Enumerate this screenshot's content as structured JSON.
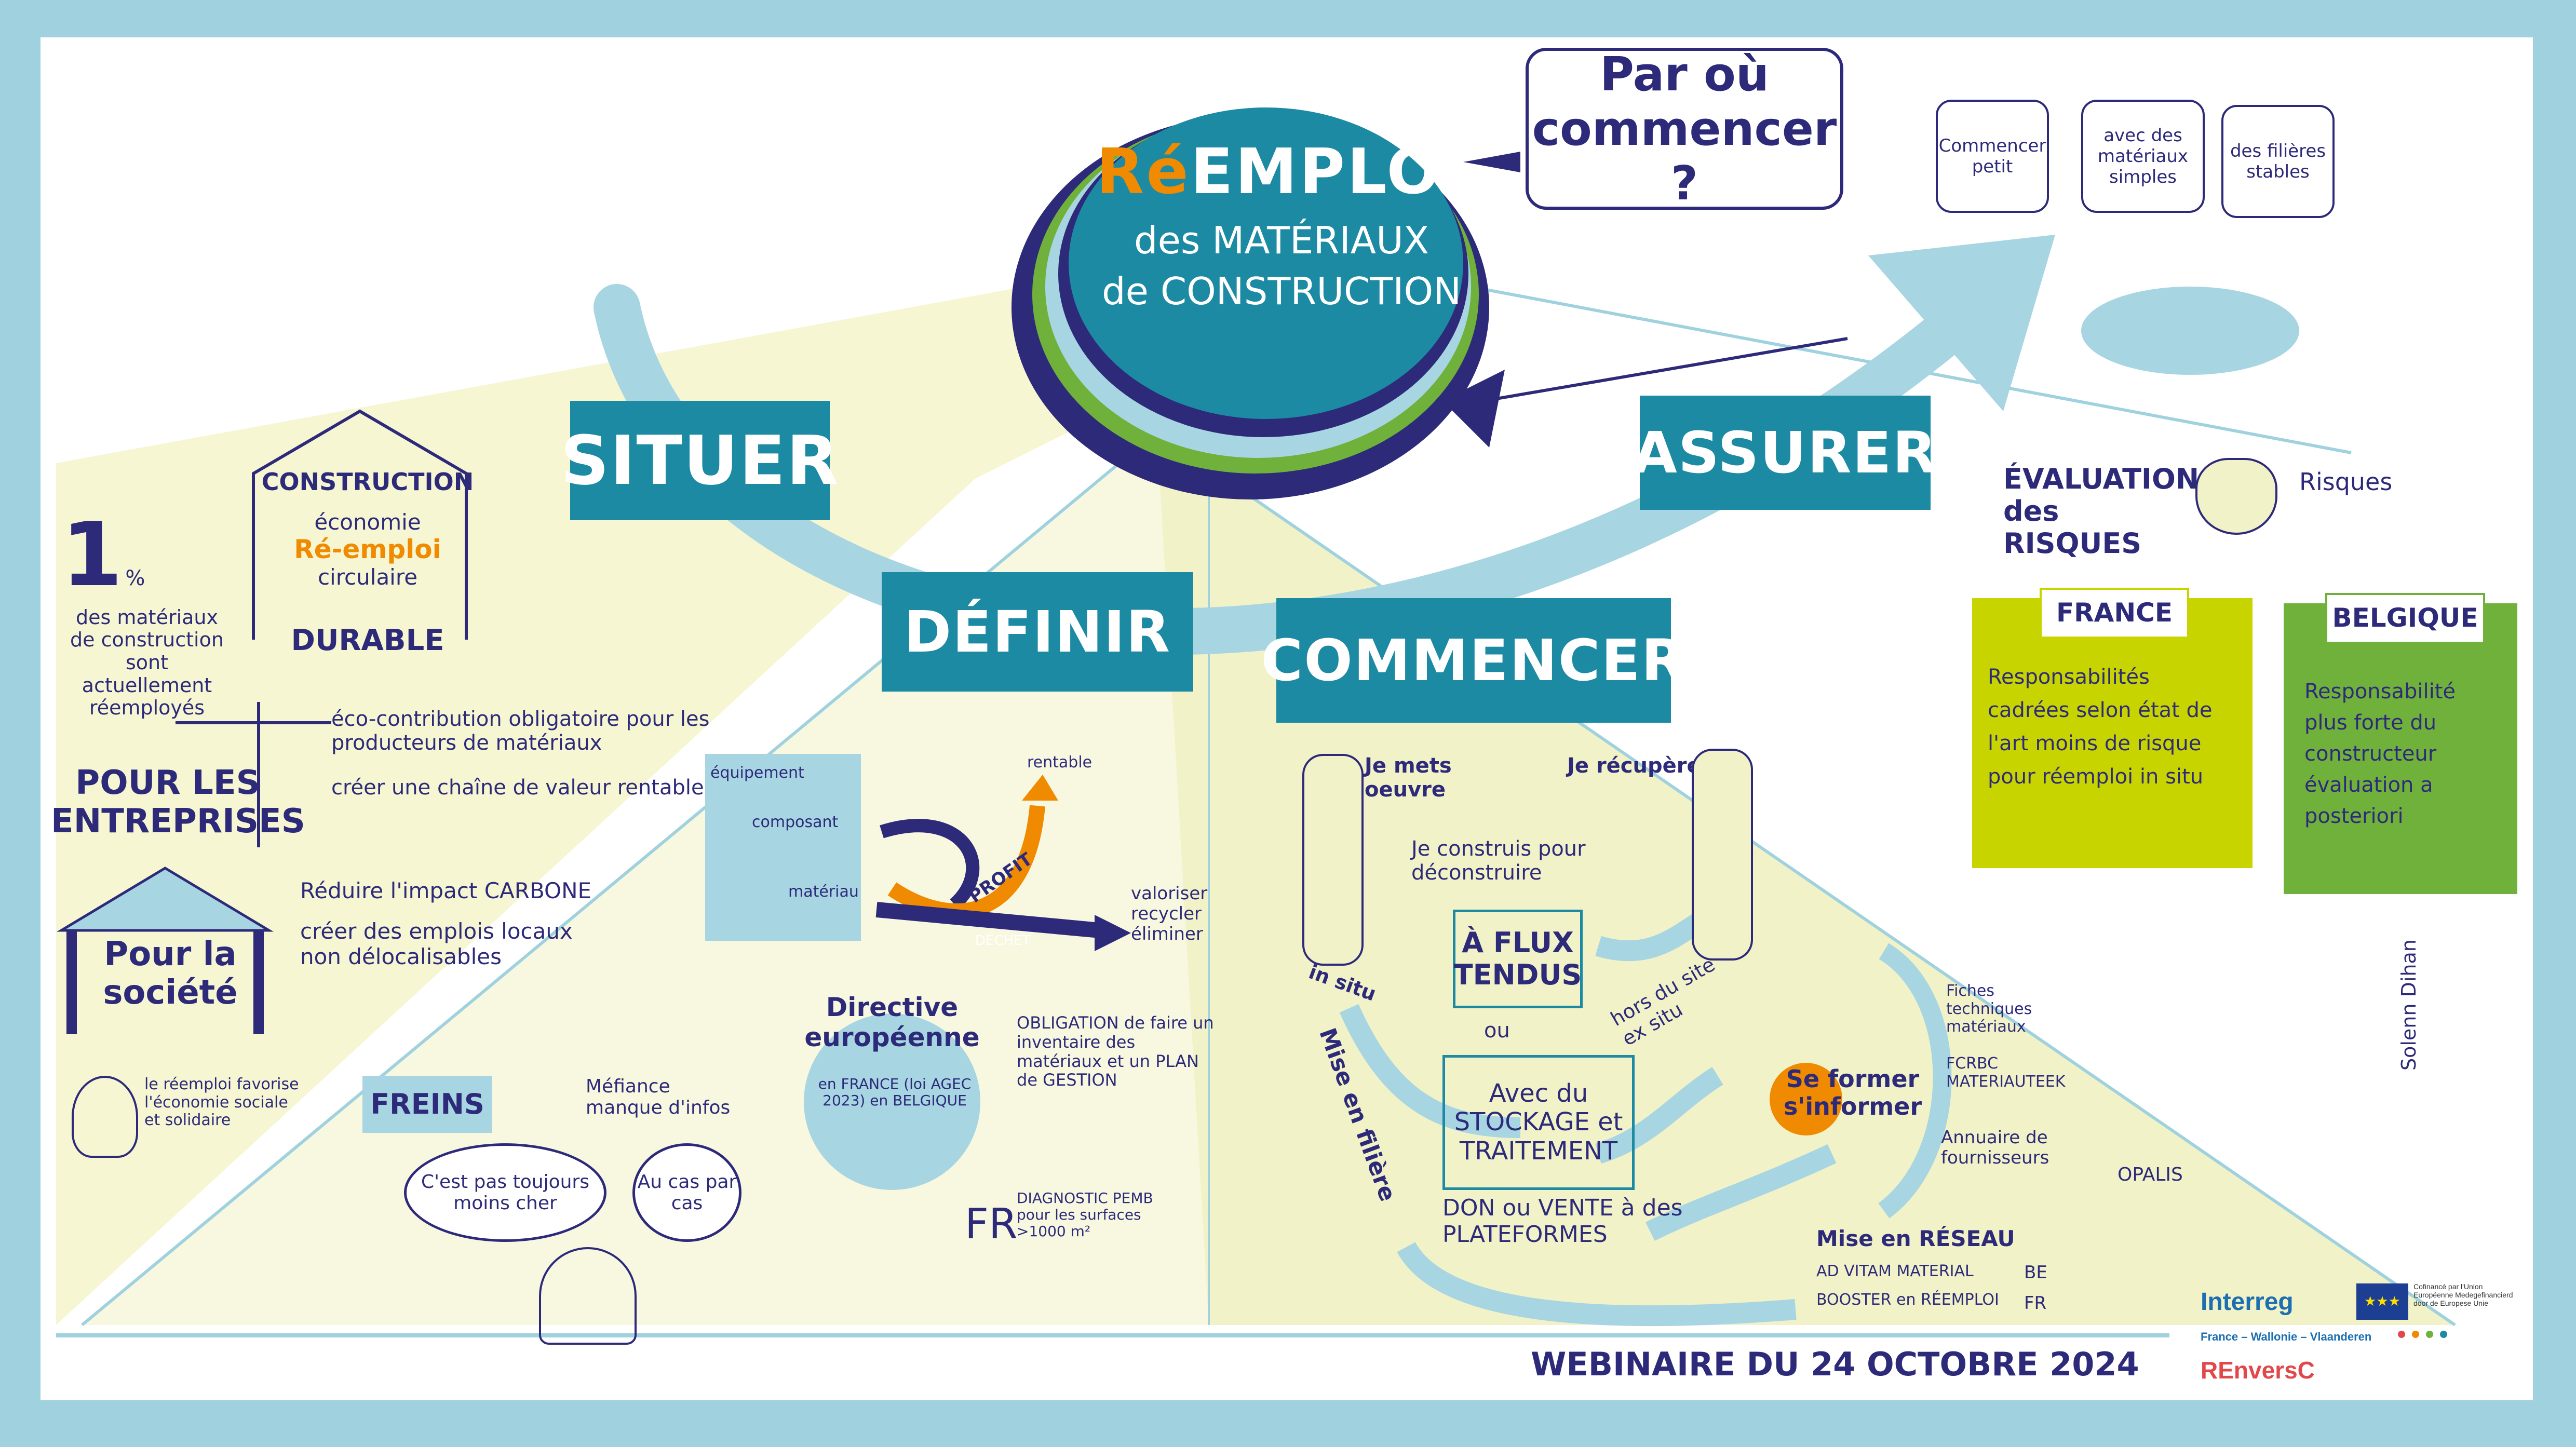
{
  "center": {
    "title_accent": "Ré",
    "title_rest": "EMPLOI",
    "line2": "des MATÉRIAUX",
    "line3": "de CONSTRUCTION"
  },
  "question": "Par où commencer ?",
  "bubbles_top_right": [
    "Commencer petit",
    "avec des matériaux simples",
    "des filières stables"
  ],
  "sections": {
    "situer": "SITUER",
    "definir": "DÉFINIR",
    "commencer": "COMMENCER",
    "assurer": "ASSURER"
  },
  "situer": {
    "stat_number": "1",
    "stat_unit": "%",
    "stat_text": "des matériaux de construction sont actuellement réemployés",
    "house_title": "CONSTRUCTION",
    "house_words": [
      "économie",
      "Ré-emploi",
      "circulaire"
    ],
    "house_bottom": "DURABLE",
    "pour_entreprises": "POUR LES ENTREPRISES",
    "entreprises_points": [
      "éco-contribution obligatoire pour les producteurs de matériaux",
      "créer une chaîne de valeur rentable"
    ],
    "pour_societe": "Pour la société",
    "societe_points": [
      "Réduire l'impact CARBONE",
      "créer des emplois locaux non délocalisables"
    ],
    "idea_text": "le réemploi favorise l'économie sociale et solidaire",
    "freins_title": "FREINS",
    "freins_text": "Méfiance manque d'infos",
    "freins_bubbles": [
      "C'est pas toujours moins cher",
      "Au cas par cas"
    ]
  },
  "definir": {
    "building_labels": [
      "équipement",
      "composant",
      "matériau"
    ],
    "arrow_labels": [
      "rentable",
      "PROFIT",
      "DÉCHET"
    ],
    "outcome": "valoriser recycler éliminer",
    "directive": "Directive européenne",
    "directive_sub": "en FRANCE (loi AGEC 2023) en BELGIQUE",
    "obligation": "OBLIGATION de faire un inventaire des matériaux et un PLAN de GESTION",
    "fr_label": "FR",
    "fr_text": "DIAGNOSTIC PEMB pour les surfaces >1000 m²"
  },
  "commencer": {
    "mets_oeuvre": "Je mets oeuvre",
    "recupere": "Je récupère",
    "construis": "Je construis pour déconstruire",
    "flux": "À FLUX TENDUS",
    "ou": "ou",
    "stockage": "Avec du STOCKAGE et TRAITEMENT",
    "in_situ": "in situ",
    "hors_site": "hors du site ex situ",
    "filiere": "Mise en filière",
    "don": "DON ou VENTE à des PLATEFORMES",
    "se_former": "Se former s'informer",
    "fiches": "Fiches techniques matériaux",
    "fcrbc": "FCRBC MATERIAUTEEK",
    "annuaire": "Annuaire de fournisseurs",
    "opalis": "OPALIS",
    "reseau_title": "Mise en RÉSEAU",
    "reseau_items": [
      "AD VITAM MATERIAL",
      "BOOSTER en RÉEMPLOI"
    ],
    "reseau_countries": [
      "BE",
      "FR"
    ]
  },
  "assurer": {
    "evaluation": "ÉVALUATION des RISQUES",
    "risques": "Risques",
    "france_title": "FRANCE",
    "france_text": "Responsabilités cadrées selon état de l'art moins de risque pour réemploi in situ",
    "belgique_title": "BELGIQUE",
    "belgique_text": "Responsabilité plus forte du constructeur évaluation a posteriori"
  },
  "footer": "WEBINAIRE DU 24 OCTOBRE 2024",
  "signature": "Solenn Dihan",
  "logos": {
    "interreg": "Interreg",
    "interreg_sub": "France – Wallonie – Vlaanderen",
    "eu_text": "Cofinancé par l'Union Européenne Medegefinancierd door de Europese Unie",
    "project": "REnversC"
  },
  "colors": {
    "teal": "#1c8aa3",
    "navy": "#2d2a7a",
    "orange": "#f08a00",
    "light_yellow": "#f6f6d2",
    "light_blue": "#9fd1df",
    "france_green": "#c8d400",
    "belgique_green": "#6fb13a",
    "project_red": "#e2474a"
  }
}
